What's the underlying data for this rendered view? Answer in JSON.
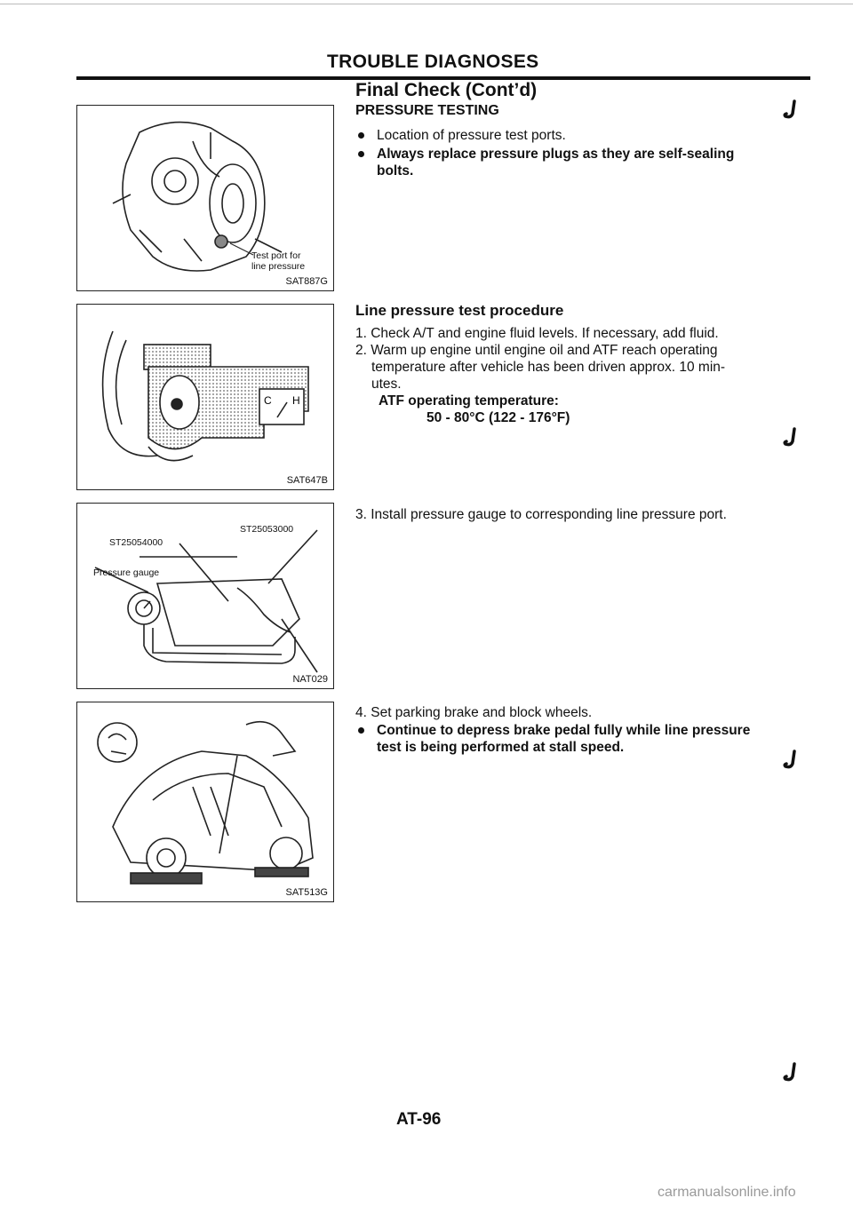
{
  "header": {
    "title": "TROUBLE DIAGNOSES"
  },
  "section": {
    "title": "Final Check (Cont’d)",
    "subtitle": "PRESSURE TESTING"
  },
  "intro_bullets": [
    {
      "text": "Location of pressure test ports.",
      "bold": false
    },
    {
      "text": "Always replace pressure plugs as they are self-sealing",
      "bold": true
    },
    {
      "text": "bolts.",
      "bold": true
    }
  ],
  "procedure": {
    "heading": "Line pressure test procedure",
    "step1": "1. Check A/T and engine fluid levels. If necessary, add fluid.",
    "step2_lines": [
      "2. Warm up engine until engine oil and ATF reach operating",
      "temperature after vehicle has been driven approx. 10 min-",
      "utes."
    ],
    "atf_label": "ATF operating temperature:",
    "atf_value": "50 - 80°C (122 - 176°F)",
    "step3": "3. Install pressure gauge to corresponding line pressure port.",
    "step4": "4. Set parking brake and block wheels.",
    "bullet_lines": [
      "Continue to depress brake pedal fully while line pressure",
      "test is being performed at stall speed."
    ]
  },
  "figures": [
    {
      "code": "SAT887G",
      "labels": [
        "Test port for",
        "line pressure"
      ],
      "icon": "transmission-drawing"
    },
    {
      "code": "SAT647B",
      "labels": [],
      "icon": "temperature-gauge-drawing",
      "gauge": [
        "C",
        "H"
      ]
    },
    {
      "code": "NAT029",
      "labels": [
        "ST25053000",
        "ST25054000",
        "Pressure gauge"
      ],
      "icon": "pressure-gauge-drawing"
    },
    {
      "code": "SAT513G",
      "labels": [],
      "icon": "car-parking-brake-drawing"
    }
  ],
  "page_number": "AT-96",
  "watermark": "carmanualsonline.info"
}
